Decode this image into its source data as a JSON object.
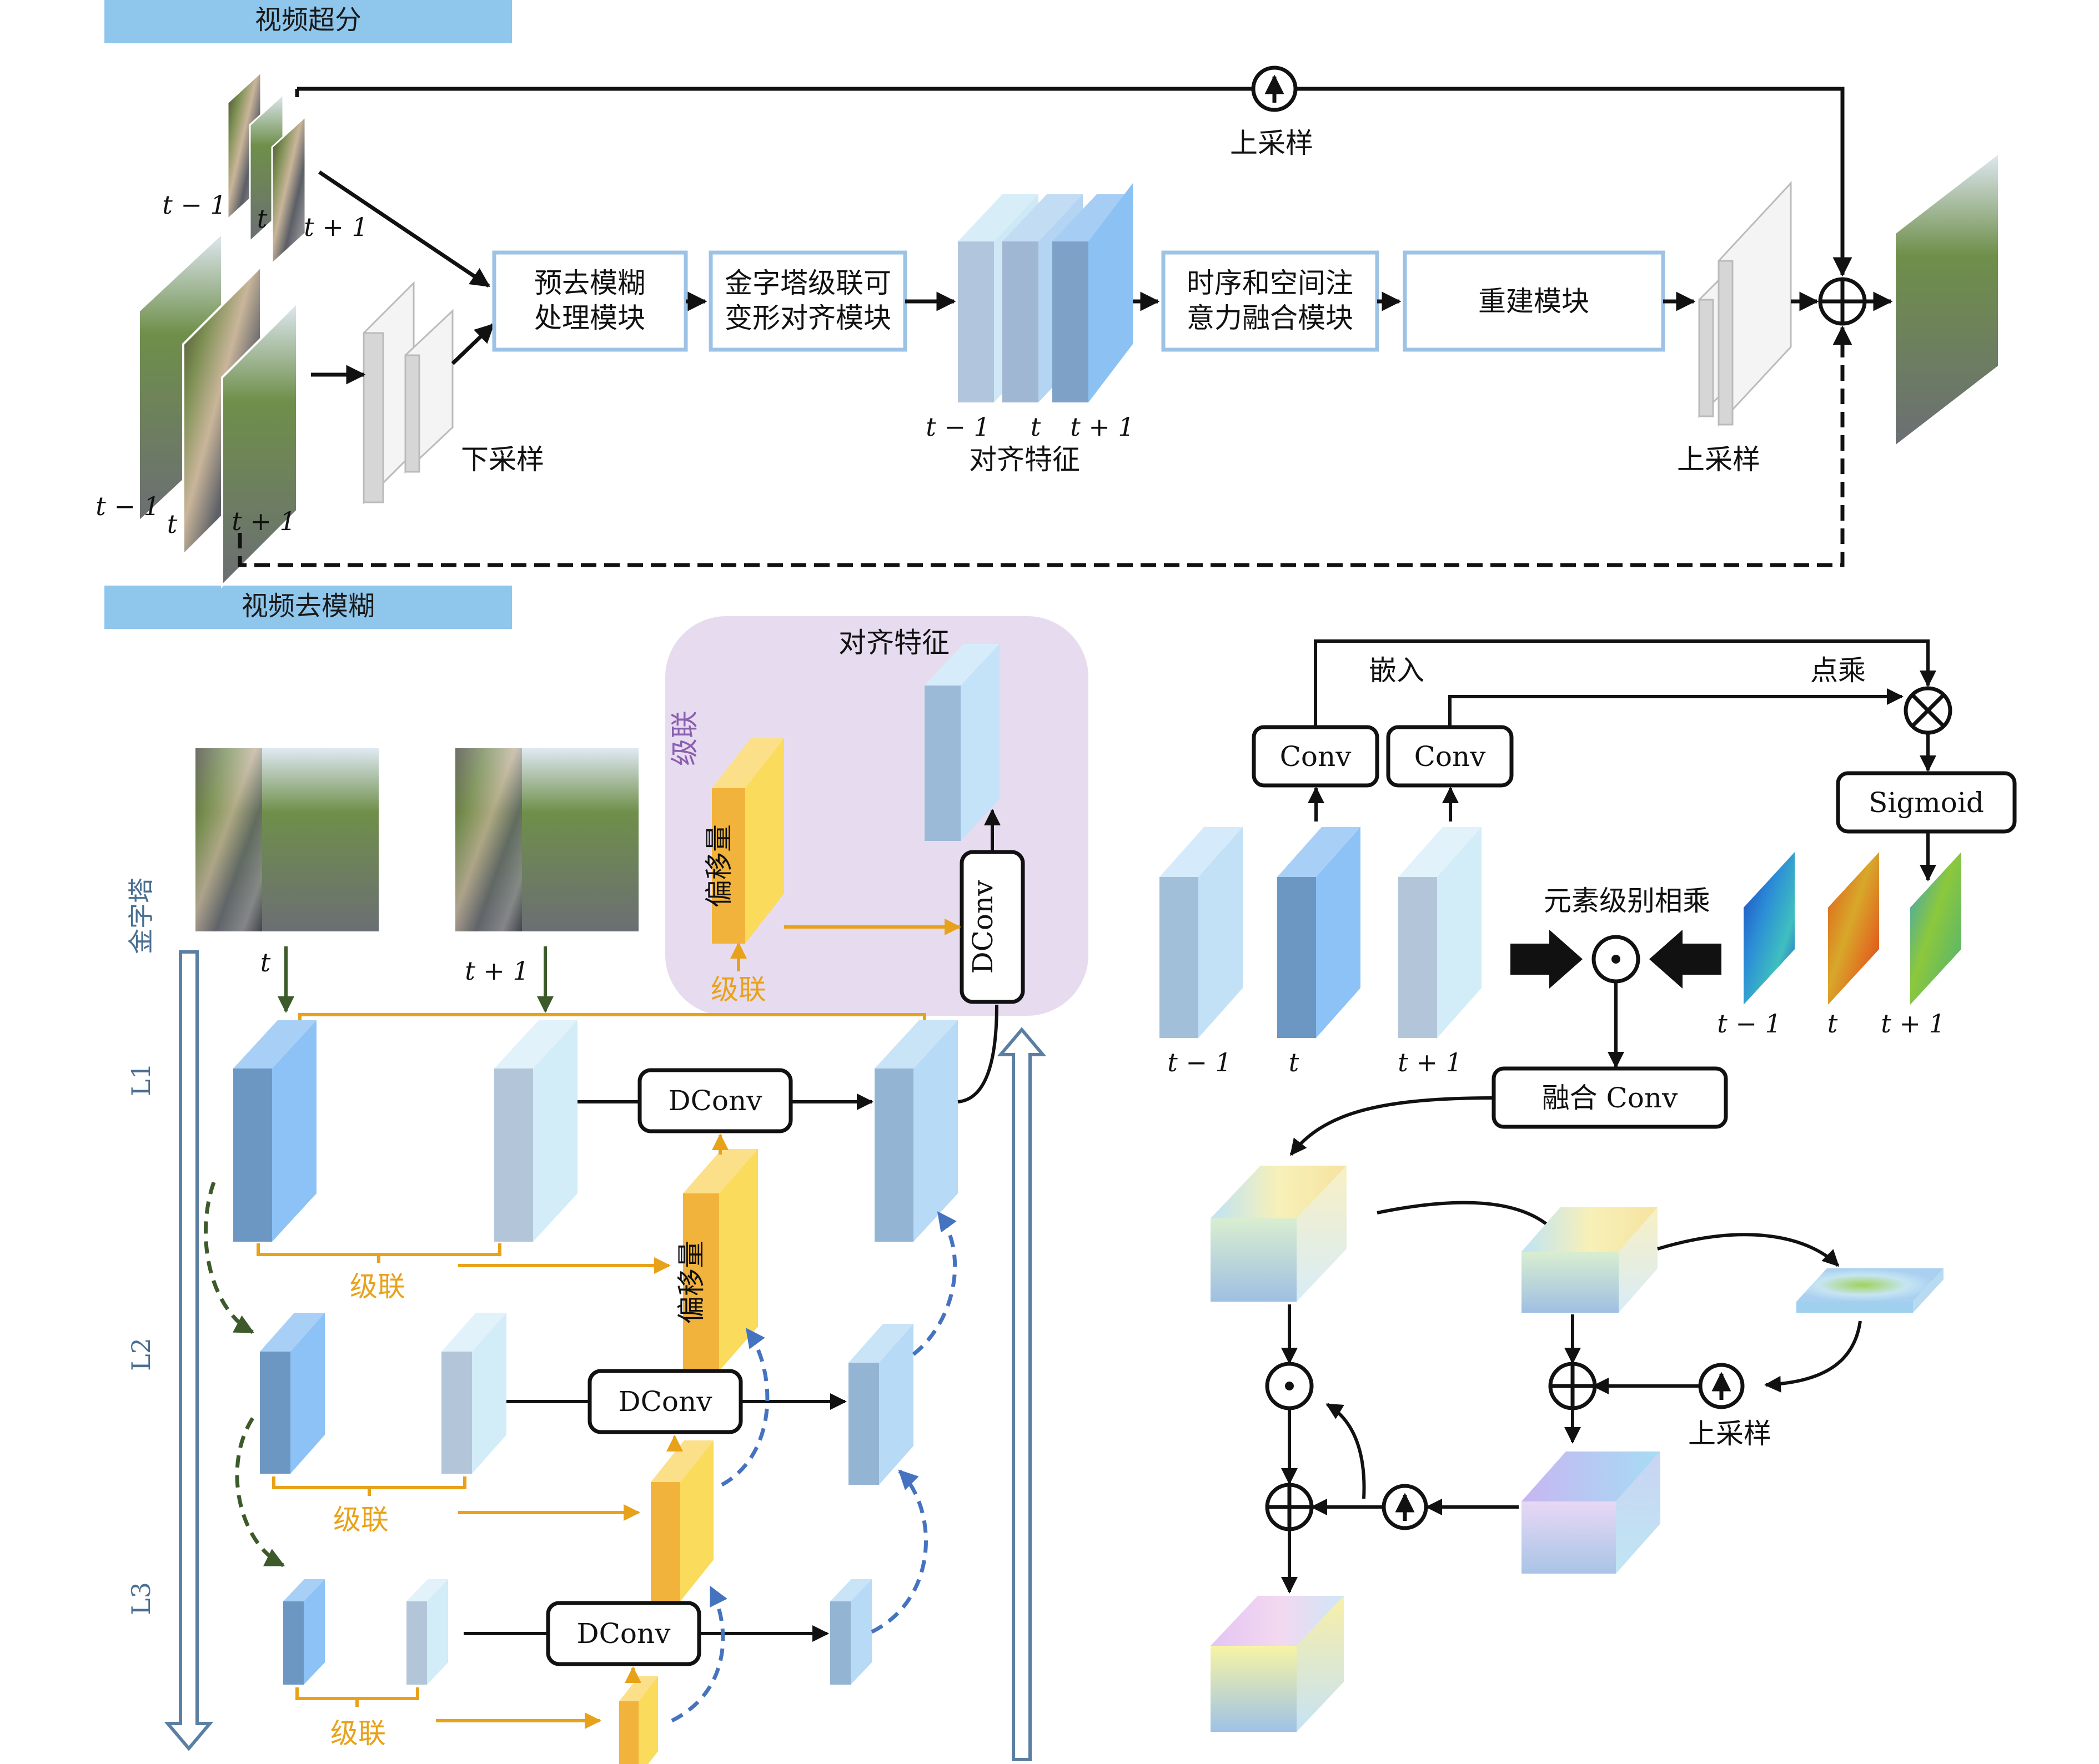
{
  "sections": {
    "sr_title": "视频超分",
    "deblur_title": "视频去模糊"
  },
  "sr": {
    "upsample_top": "上采样",
    "downsample": "下采样",
    "module_predeblur": [
      "预去模糊",
      "处理模块"
    ],
    "module_pcd": [
      "金字塔级联可",
      "变形对齐模块"
    ],
    "module_tsa": [
      "时序和空间注",
      "意力融合模块"
    ],
    "module_recon": "重建模块",
    "aligned_features": "对齐特征",
    "upsample_right": "上采样",
    "frame_labels": [
      "t − 1",
      "t",
      "t + 1"
    ]
  },
  "pcd": {
    "aligned_features": "对齐特征",
    "cascade": "级联",
    "offset": "偏移量",
    "dconv": "DConv",
    "pyramid": "金字塔",
    "levels": [
      "L1",
      "L2",
      "L3"
    ],
    "frame_t": "t",
    "frame_t1": "t + 1"
  },
  "tsa": {
    "embed": "嵌入",
    "dot_mul": "点乘",
    "conv": "Conv",
    "sigmoid": "Sigmoid",
    "elementwise": "元素级别相乘",
    "fusion_conv": "融合 Conv",
    "upsample": "上采样",
    "frame_labels": [
      "t − 1",
      "t",
      "t + 1"
    ]
  },
  "colors": {
    "section_bar": "#8fc6ec",
    "module_border": "#9cc3e6",
    "cascade_orange": "#e8a21a",
    "offset_yellow": "#f9d24a",
    "dark_green_arrow": "#3c5a2a",
    "blue_dashed_arrow": "#4673c0",
    "purple_panel": "#e7dcef",
    "pyramid_arrow": "#5a7fa3"
  }
}
